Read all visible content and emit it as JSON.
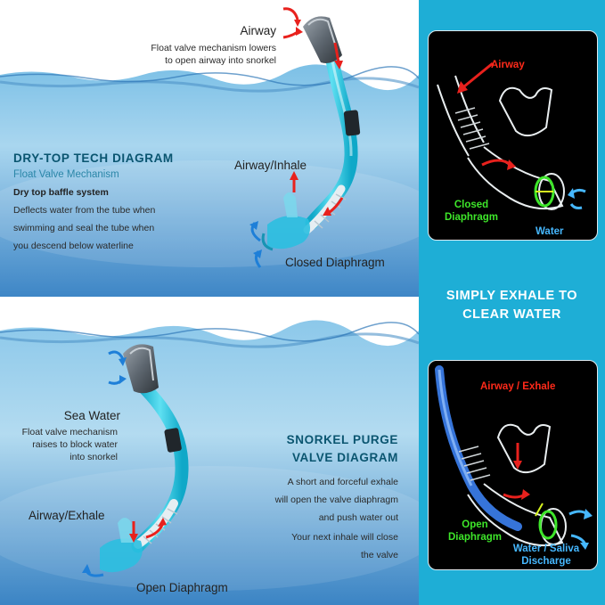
{
  "top": {
    "airway_label": "Airway",
    "airway_desc_1": "Float valve mechanism lowers",
    "airway_desc_2": "to open airway into snorkel",
    "title": "DRY-TOP TECH DIAGRAM",
    "subtitle": "Float Valve Mechanism",
    "body_title": "Dry top baffle system",
    "body_lines": [
      "Deflects water from the tube when",
      "swimming and seal the tube when",
      "you descend below waterline"
    ],
    "inhale_label": "Airway/Inhale",
    "diaphragm_label": "Closed Diaphragm"
  },
  "bottom": {
    "sea_water_label": "Sea Water",
    "sea_water_desc": [
      "Float valve mechanism",
      "raises to block water",
      "into snorkel"
    ],
    "title_1": "SNORKEL PURGE",
    "title_2": "VALVE DIAGRAM",
    "body_lines": [
      "A short and forceful exhale",
      "will open the valve diaphragm",
      "and push water out",
      "Your next inhale will close",
      "the valve"
    ],
    "exhale_label": "Airway/Exhale",
    "diaphragm_label": "Open Diaphragm"
  },
  "side": {
    "title_1": "SIMPLY EXHALE TO",
    "title_2": "CLEAR WATER",
    "inset_top": {
      "airway": "Airway",
      "closed_1": "Closed",
      "closed_2": "Diaphragm",
      "water": "Water"
    },
    "inset_bottom": {
      "airway": "Airway / Exhale",
      "open_1": "Open",
      "open_2": "Diaphragm",
      "discharge_1": "Water / Saliva",
      "discharge_2": "Discharge"
    }
  },
  "colors": {
    "heading": "#0a5570",
    "subheading": "#2a86a8",
    "tube": "#22c6e2",
    "side_panel": "#1eaed6",
    "arrow_red": "#e8211d",
    "arrow_blue": "#1e7fd8",
    "inset_green": "#3ee62a",
    "inset_blue": "#46b8ff"
  }
}
